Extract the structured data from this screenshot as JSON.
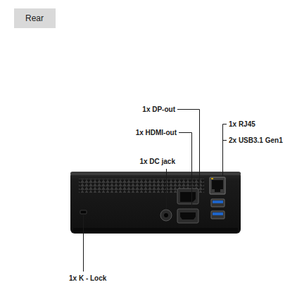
{
  "diagram": {
    "nodes": [
      {
        "text": [
          "Rear"
        ]
      }
    ],
    "labels": [
      "1x DP-out",
      "1x HDMI-out",
      "1x DC jack",
      "1x RJ45",
      "2x USB3.1 Gen1",
      "1x K - Lock"
    ]
  }
}
